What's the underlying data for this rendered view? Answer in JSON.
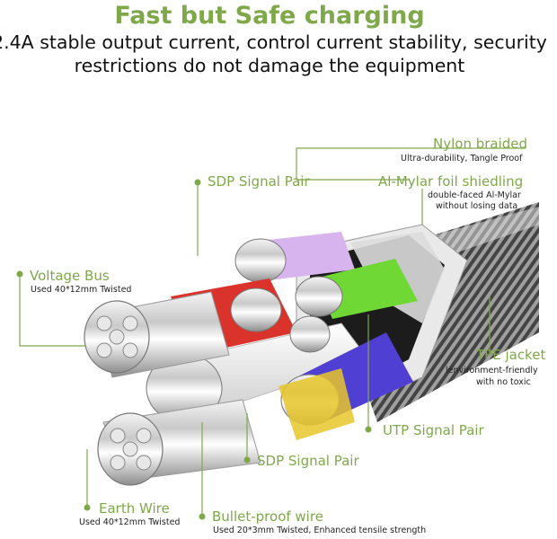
{
  "header": {
    "title": "Fast but Safe charging",
    "subtitle_line1": "2.4A stable output current, control current stability, security",
    "subtitle_line2": "restrictions do not damage the equipment"
  },
  "labels": {
    "nylon_braided": {
      "title": "Nylon braided",
      "desc": "Ultra-durability, Tangle Proof"
    },
    "sdp_top": {
      "title": "SDP Signal Pair"
    },
    "al_mylar": {
      "title": "Al-Mylar foil shiedling",
      "desc_1": "double-faced Al-Mylar",
      "desc_2": "without losing data"
    },
    "voltage_bus": {
      "title": "Voltage Bus",
      "desc": "Used 40*12mm Twisted"
    },
    "tpe_jacket": {
      "title": "TPE jacket",
      "desc_1": "lenvironment-friendly",
      "desc_2": "with no toxic"
    },
    "utp": {
      "title": "UTP Signal Pair"
    },
    "sdp_bottom": {
      "title": "SDP Signal Pair"
    },
    "earth_wire": {
      "title": "Earth Wire",
      "desc": "Used 40*12mm Twisted"
    },
    "bulletproof": {
      "title": "Bullet-proof wire",
      "desc": "Used 20*3mm Twisted,   Enhanced tensile strength"
    }
  },
  "colors": {
    "accent_green": "#7fa84a",
    "wire_red": "#d9332b",
    "wire_green": "#6fd834",
    "wire_purple": "#d7b4ee",
    "wire_blue": "#4f3fd3",
    "wire_yellow": "#e8c62a"
  }
}
